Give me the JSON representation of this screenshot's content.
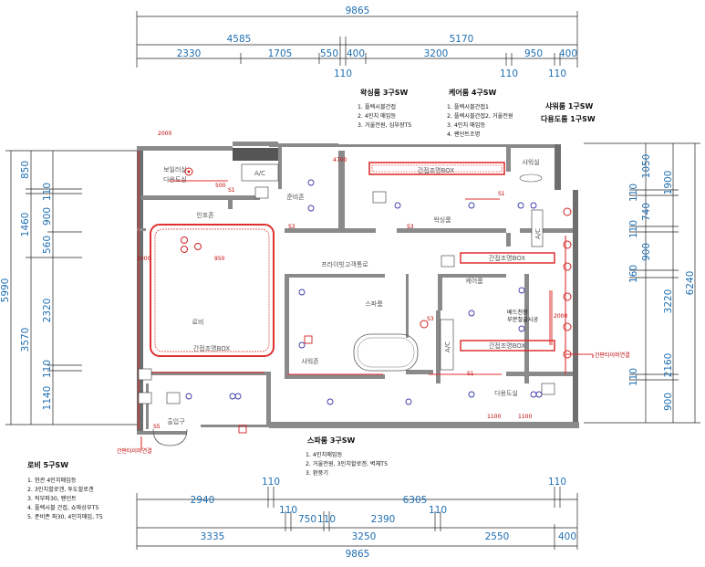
{
  "dimensions": {
    "top_total": "9865",
    "top_segments": [
      "4585",
      "5170"
    ],
    "top_sub": [
      "2330",
      "1705",
      "550",
      "400",
      "3200",
      "950",
      "400"
    ],
    "top_small": [
      "110",
      "110",
      "110"
    ],
    "bottom_total": "9865",
    "bottom_segments": [
      "2940",
      "6305"
    ],
    "bottom_small_top": [
      "110",
      "110"
    ],
    "bottom_mid": [
      "110",
      "750",
      "110",
      "2390",
      "110"
    ],
    "bottom_sub": [
      "3335",
      "3250",
      "2550",
      "400"
    ],
    "left_outer": [
      "5990"
    ],
    "left_mid": [
      "850",
      "1460",
      "2320",
      "3570"
    ],
    "left_inner": [
      "110",
      "900",
      "560",
      "110",
      "1140"
    ],
    "right_outer": [
      "6240"
    ],
    "right_mid": [
      "1900",
      "3220",
      "2160"
    ],
    "right_inner": [
      "1050",
      "110",
      "740",
      "110",
      "900",
      "160",
      "110",
      "900"
    ]
  },
  "rooms": {
    "boiler": "보일러실",
    "dayong_top": "다용도실",
    "inpojon": "인포존",
    "lobby": "로비",
    "junbi": "준비존",
    "private": "프라이빗고객통로",
    "wax": "왁싱룸",
    "shower": "샤워실",
    "care": "케어룸",
    "spa": "스파룸",
    "showerzone": "샤워존",
    "dayong_bottom": "다용도실",
    "entrance": "출입구",
    "ac1": "A/C",
    "ac2": "A/C",
    "ac3": "A/C"
  },
  "fixture_labels": {
    "gan_wax": "간접조명BOX",
    "gan_care1": "간접조명BOX",
    "gan_care2": "간접조명BOX",
    "gan_lobby": "간접조명BOX",
    "bed": "베드천장\n부분철골시공",
    "timer_right": "간판타이머연결",
    "timer_left": "간판타이머연결"
  },
  "notes": {
    "wax": {
      "title": "왁싱룸 3구SW",
      "items": [
        "1. 플렉시블간접",
        "2. 4인치 매입등",
        "3. 거울전원, 심부장T5"
      ]
    },
    "care": {
      "title": "케어룸 4구SW",
      "items": [
        "1. 플렉시블간접1",
        "2. 플렉시블간접2, 거울전원",
        "3. 4인치 매입등",
        "4. 팬던트조명"
      ]
    },
    "shower": {
      "title_1": "샤워룸 1구SW",
      "title_2": "다용도룸 1구SW"
    },
    "spa": {
      "title": "스파룸 3구SW",
      "items": [
        "1. 4인치매입등",
        "2. 거울전원, 3인치할로겐, 벽체T5",
        "3. 환풍기"
      ]
    },
    "lobby": {
      "title": "로비 5구SW",
      "items": [
        "1. 현관 4인치매입등",
        "2. 3인치할로겐, 투도할로겐",
        "3. 직부파30, 팬던트",
        "4. 플렉시블 간접, 쇼파상부T5",
        "5. 준비존 파30, 4인치매입, T5"
      ]
    }
  }
}
